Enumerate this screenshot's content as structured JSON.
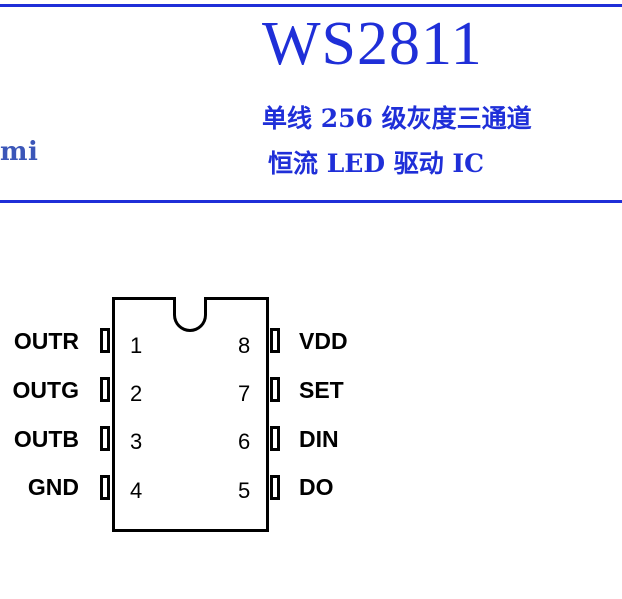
{
  "header": {
    "logo_text": "mi",
    "title": "WS2811",
    "subtitle_line1": "单线 256 级灰度三通道",
    "subtitle_line2": "恒流 LED 驱动 IC",
    "accent_color": "#1f2fd8"
  },
  "pinout": {
    "left_pins": [
      {
        "number": "1",
        "label": "OUTR"
      },
      {
        "number": "2",
        "label": "OUTG"
      },
      {
        "number": "3",
        "label": "OUTB"
      },
      {
        "number": "4",
        "label": "GND"
      }
    ],
    "right_pins": [
      {
        "number": "8",
        "label": "VDD"
      },
      {
        "number": "7",
        "label": "SET"
      },
      {
        "number": "6",
        "label": "DIN"
      },
      {
        "number": "5",
        "label": "DO"
      }
    ]
  }
}
